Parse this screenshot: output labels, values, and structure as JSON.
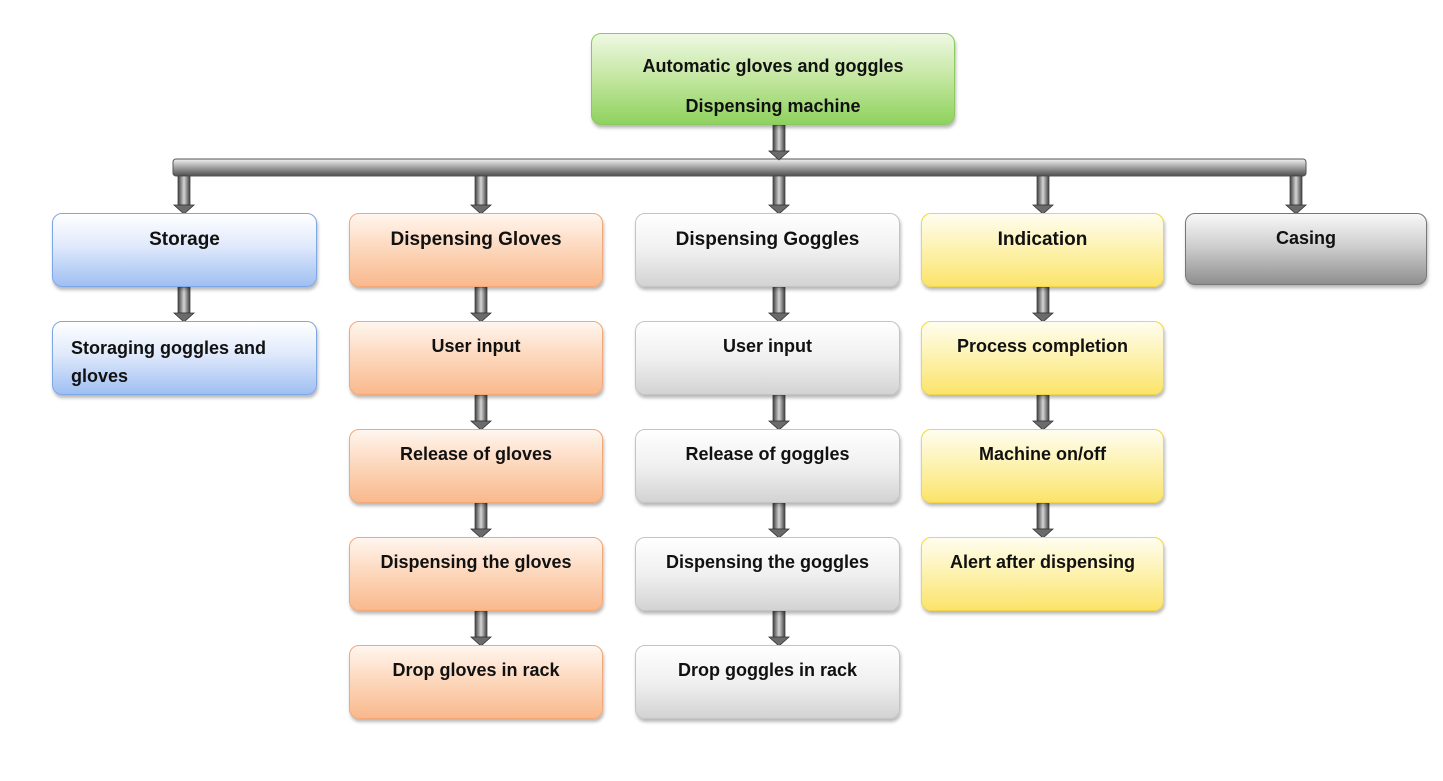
{
  "root": {
    "line1": "Automatic gloves and goggles",
    "line2": "Dispensing machine"
  },
  "branches": [
    {
      "id": "storage",
      "color": "#9fbff2",
      "header": "Storage",
      "items": [
        {
          "line1": "Storaging goggles and",
          "line2": "gloves"
        }
      ]
    },
    {
      "id": "gloves",
      "color": "#f9b98d",
      "header": "Dispensing Gloves",
      "items": [
        "User input",
        "Release  of gloves",
        "Dispensing  the gloves",
        "Drop  gloves in rack"
      ]
    },
    {
      "id": "goggles",
      "color": "#d3d3d3",
      "header": "Dispensing Goggles",
      "items": [
        "User input",
        "Release of goggles",
        "Dispensing  the goggles",
        "Drop goggles  in rack"
      ]
    },
    {
      "id": "indication",
      "color": "#fbe46a",
      "header": "Indication",
      "items": [
        "Process completion",
        "Machine  on/off",
        "Alert after dispensing"
      ]
    },
    {
      "id": "casing",
      "color": "#8f8f8f",
      "header": "Casing",
      "items": []
    }
  ]
}
